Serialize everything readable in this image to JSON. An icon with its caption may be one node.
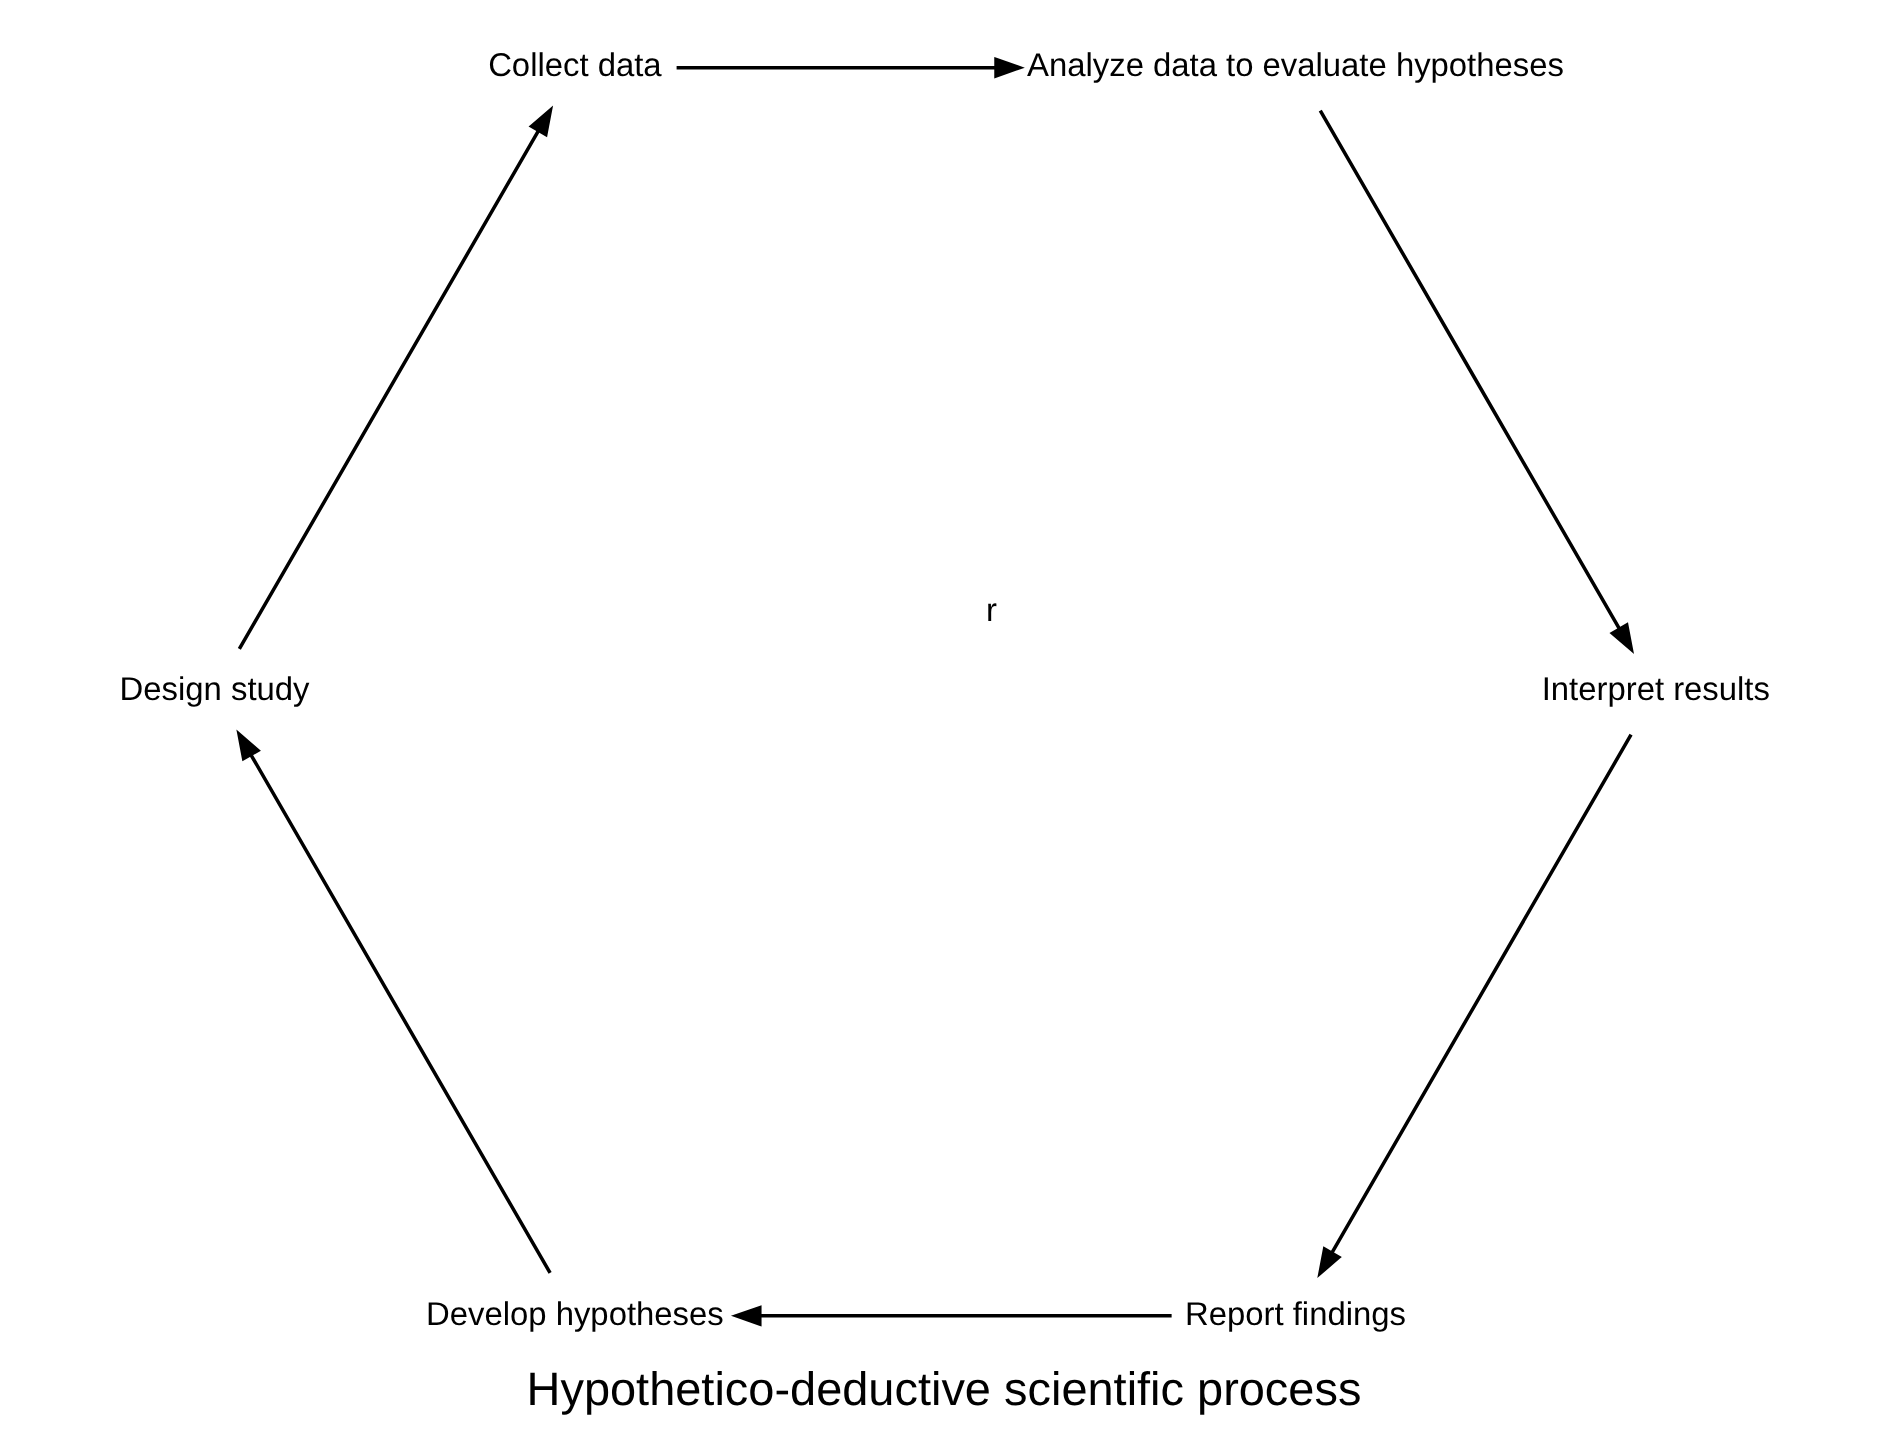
{
  "diagram": {
    "title": "Hypothetico-deductive scientific process",
    "nodes": [
      {
        "text": [
          "Report findings"
        ]
      },
      {
        "text": [
          "Develop hypotheses"
        ]
      },
      {
        "text": [
          "Design study"
        ]
      },
      {
        "text": [
          "Collect data"
        ]
      },
      {
        "text": [
          "Analyze data to evaluate hypotheses"
        ]
      },
      {
        "text": [
          "Interpret results"
        ]
      }
    ],
    "edges": [
      {
        "from": 0,
        "to": 1,
        "arrow": "to"
      },
      {
        "from": 1,
        "to": 2,
        "arrow": "to"
      },
      {
        "from": 2,
        "to": 3,
        "arrow": "to"
      },
      {
        "from": 3,
        "to": 4,
        "arrow": "to"
      },
      {
        "from": 4,
        "to": 5,
        "arrow": "to"
      },
      {
        "from": 5,
        "to": 0,
        "arrow": "to"
      }
    ],
    "labels": [
      "r"
    ]
  }
}
